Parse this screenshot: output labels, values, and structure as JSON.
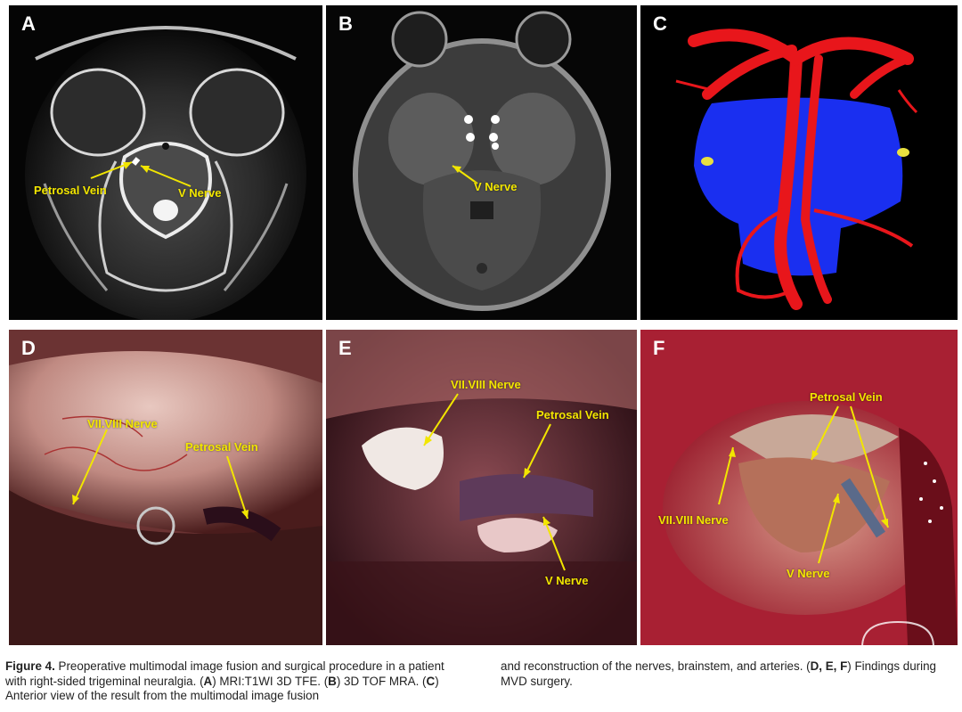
{
  "panels": {
    "a": {
      "letter": "A",
      "labels": {
        "petrosal": "Petrosal Vein",
        "vnerve": "V Nerve"
      }
    },
    "b": {
      "letter": "B",
      "labels": {
        "vnerve": "V Nerve"
      }
    },
    "c": {
      "letter": "C"
    },
    "d": {
      "letter": "D",
      "labels": {
        "vii": "VII.VIII Nerve",
        "petrosal": "Petrosal Vein"
      }
    },
    "e": {
      "letter": "E",
      "labels": {
        "vii": "VII.VIII Nerve",
        "petrosal": "Petrosal Vein",
        "vnerve": "V Nerve"
      }
    },
    "f": {
      "letter": "F",
      "labels": {
        "petrosal": "Petrosal Vein",
        "vii": "VII.VIII Nerve",
        "vnerve": "V Nerve"
      }
    }
  },
  "caption": {
    "fig": "Figure 4.",
    "t1": " Preoperative multimodal image fusion and surgical procedure in a patient with right-sided trigeminal neuralgia. (",
    "A": "A",
    "t2": ") MRI:T1WI 3D TFE. (",
    "B": "B",
    "t3": ") 3D TOF MRA. (",
    "C": "C",
    "t4": ") Anterior view of the result from the multimodal image fusion",
    "t5": "and reconstruction of the nerves, brainstem, and arteries. (",
    "DEF": "D, E, F",
    "t6": ") Findings during MVD surgery."
  },
  "colors": {
    "annotation": "#f2e600",
    "artery": "#e8161b",
    "brainstem": "#1a2ff0"
  }
}
